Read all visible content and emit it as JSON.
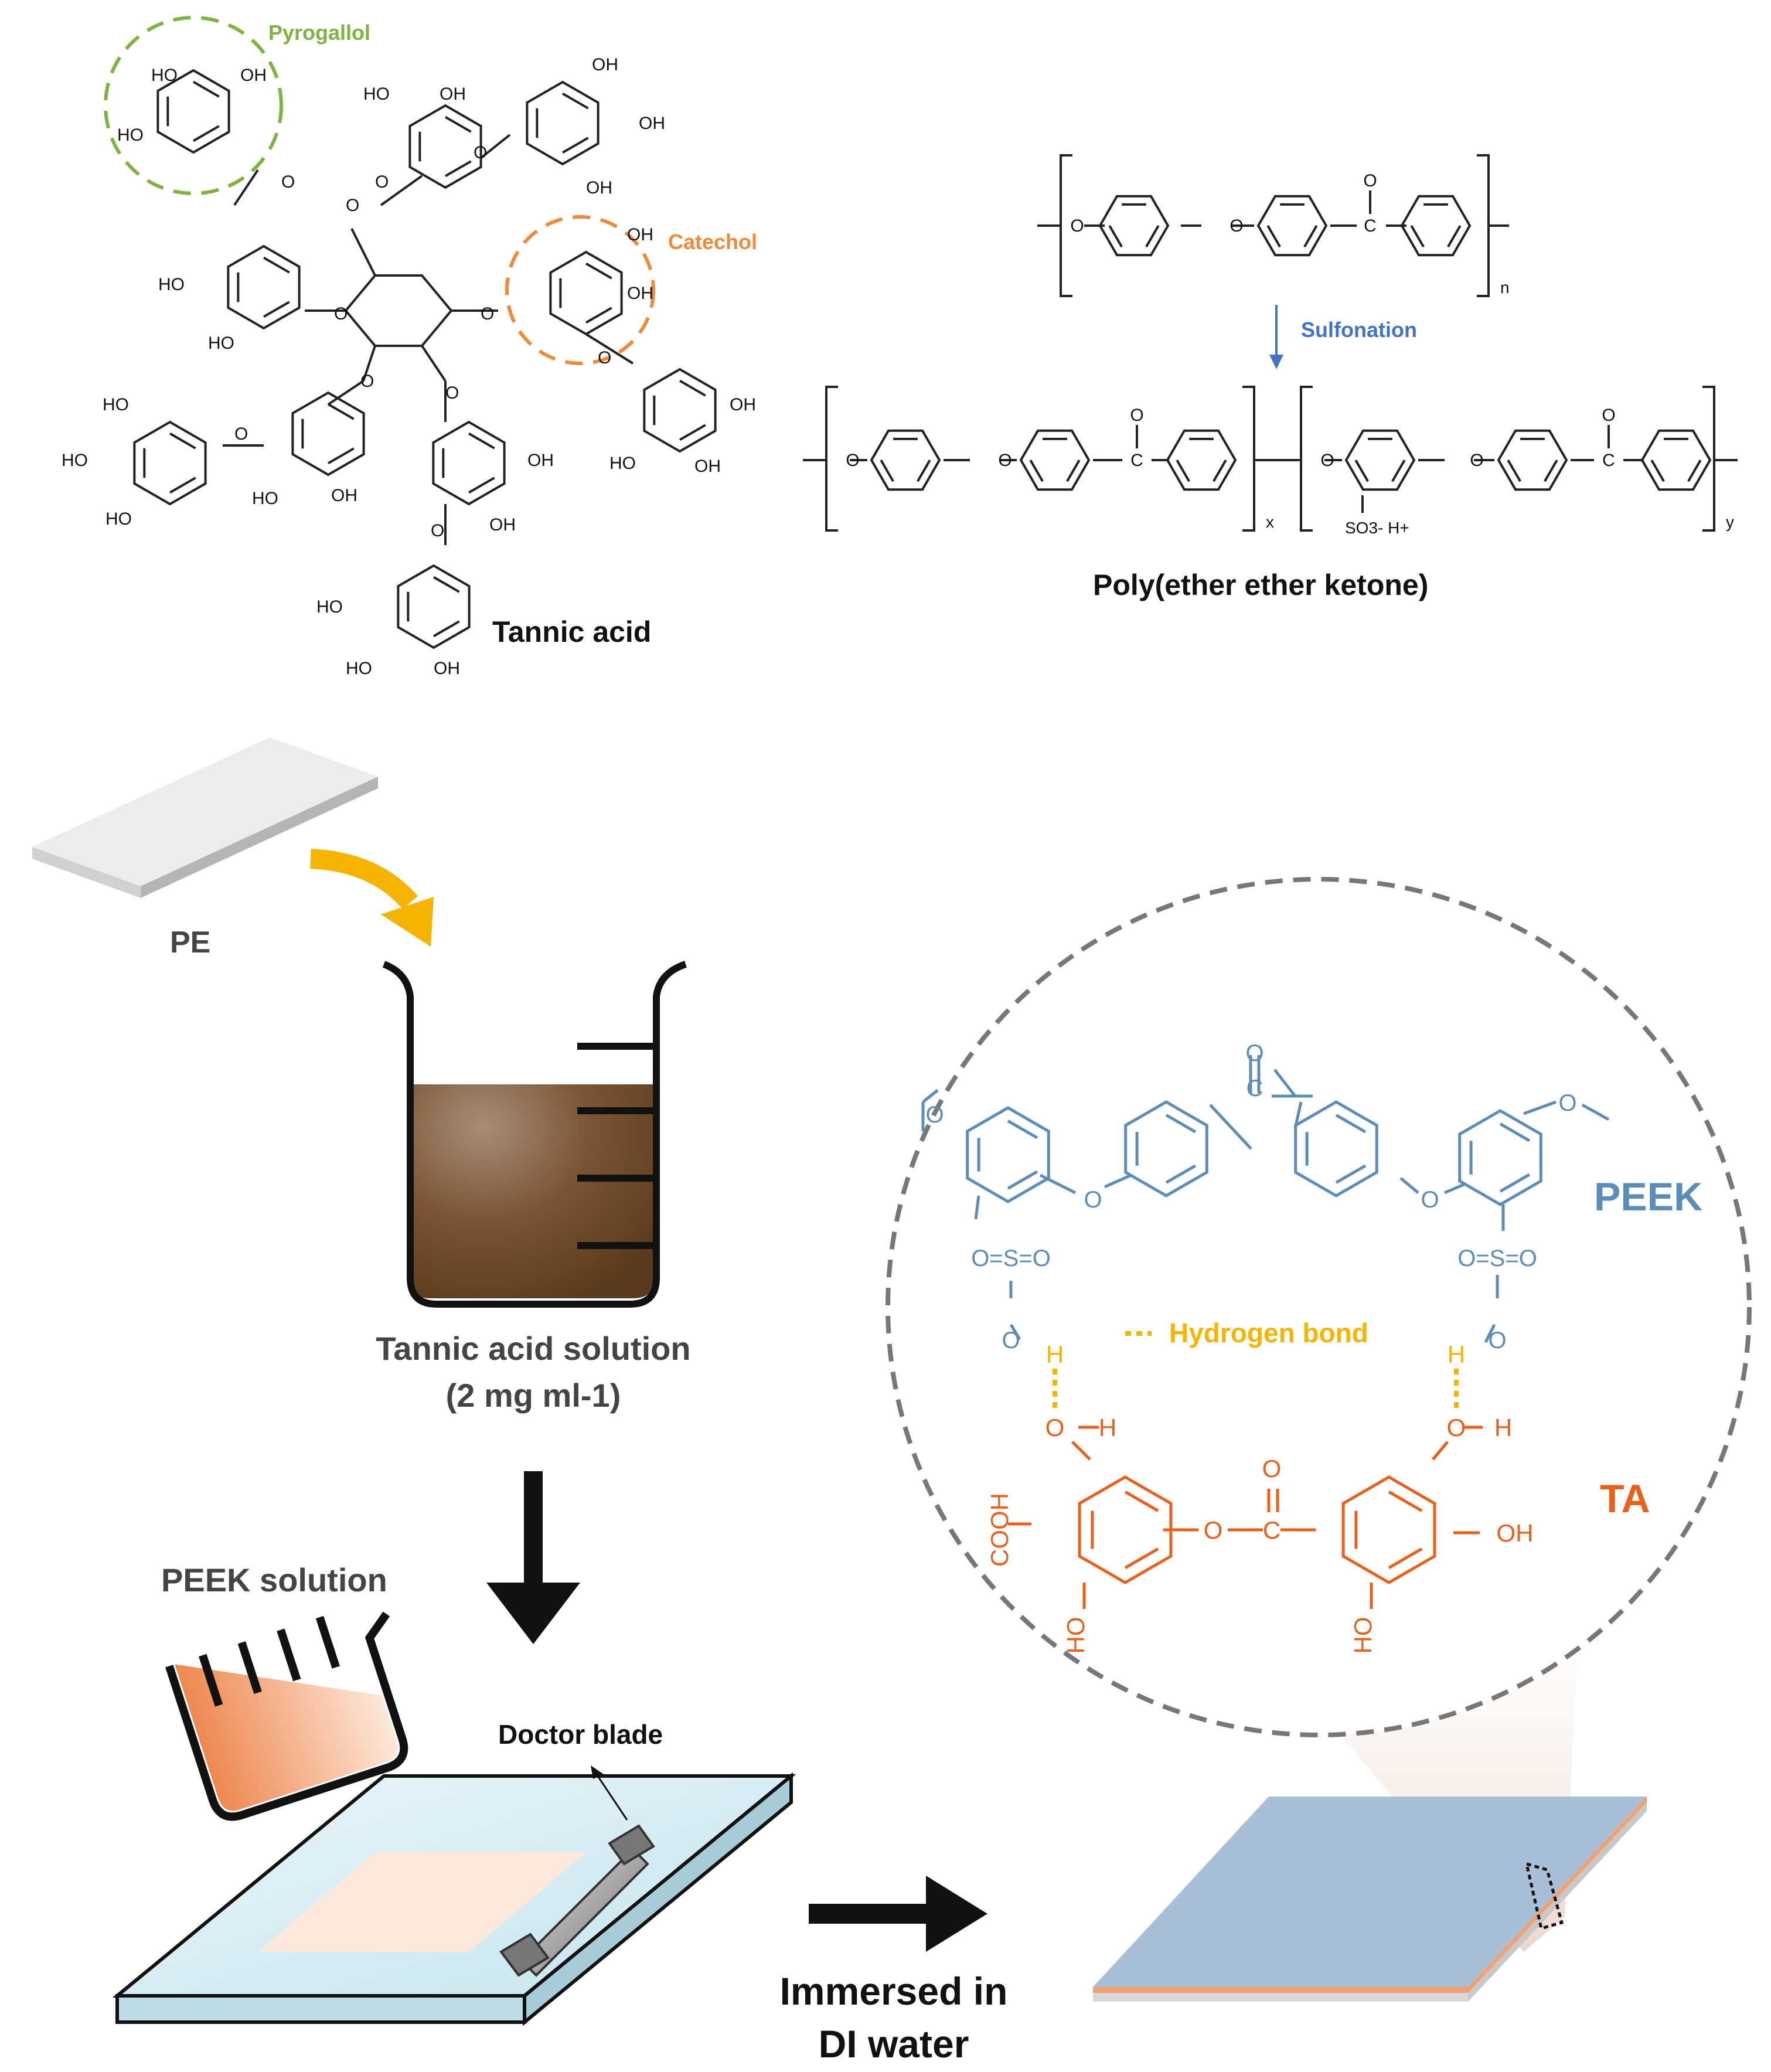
{
  "tannic_acid": {
    "title": "Tannic acid",
    "pyrogallol_label": "Pyrogallol",
    "catechol_label": "Catechol",
    "oh_label": "OH",
    "ho_label": "HO",
    "o_label": "O"
  },
  "peek_structure": {
    "title": "Poly(ether ether ketone)",
    "reaction_label": "Sulfonation",
    "subscript_n": "n",
    "subscript_x": "x",
    "subscript_y": "y",
    "sulfonate_label": "SO3- H+",
    "o_label": "O",
    "c_label": "C"
  },
  "process": {
    "substrate_label": "PE",
    "ta_solution_label": "Tannic acid solution",
    "ta_concentration": "(2 mg ml-1)",
    "peek_solution_label": "PEEK solution",
    "doctor_blade_label": "Doctor blade",
    "immersion_line1": "Immersed in",
    "immersion_line2": "DI water"
  },
  "interaction_zoom": {
    "peek_label": "PEEK",
    "ta_label": "TA",
    "hbond_label": "Hydrogen bond",
    "so3_label": "O=S=O",
    "h_label": "H",
    "o_label": "O",
    "oh_label": "OH",
    "ho_label": "HO",
    "cooh_label": "COOH",
    "c_label": "C"
  },
  "colors": {
    "pyrogallol": "#7cb342",
    "catechol": "#ef8a3a",
    "sulfonation": "#4472c4",
    "peek_blue": "#5b8db8",
    "ta_orange": "#e8601c",
    "hbond_yellow": "#f4b400",
    "arrow_yellow": "#f5b400",
    "tannic_solution": "#6b4626",
    "film_blue": "#a9bfd7",
    "film_orange": "#f0a071",
    "glass_plate": "#d9eef4"
  }
}
